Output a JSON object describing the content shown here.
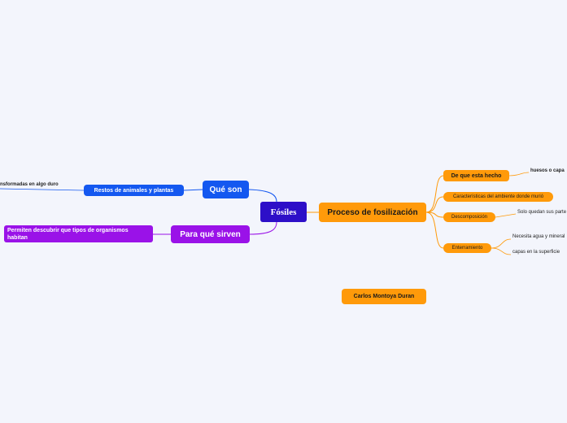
{
  "central": "Fósiles",
  "branches": {
    "que_son": {
      "label": "Qué son",
      "sub": "Restos de animales y plantas",
      "leaf": "nsformadas en algo duro"
    },
    "para_que": {
      "label": "Para qué sirven",
      "sub": "Permiten descubrir que tipos de organismos habitan"
    },
    "proceso": {
      "label": "Proceso de fosilización",
      "items": [
        {
          "label": "De que esta hecho",
          "leaf": "huesos o capa"
        },
        {
          "label": "Características del ambiente donde murió"
        },
        {
          "label": "Descomposición",
          "leaf": "Solo quedan sus parte"
        },
        {
          "label": "Enterramiento",
          "leaves": [
            "Necesita agua y mineral",
            "capas en la superficie"
          ]
        }
      ]
    }
  },
  "floating": "Carlos Montoya Duran",
  "colors": {
    "background": "#f3f5fc",
    "central": "#2d0fc8",
    "blue": "#1458f0",
    "purple": "#9a12e8",
    "orange": "#ff9a0a"
  }
}
